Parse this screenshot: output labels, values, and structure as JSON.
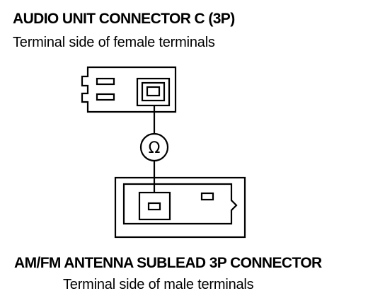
{
  "top_connector": {
    "title": "AUDIO UNIT CONNECTOR C (3P)",
    "subtitle": "Terminal side of female terminals"
  },
  "bottom_connector": {
    "title": "AM/FM ANTENNA SUBLEAD 3P CONNECTOR",
    "subtitle": "Terminal side of male terminals"
  },
  "meter": {
    "symbol": "Ω",
    "icon": "ohmmeter-icon"
  }
}
